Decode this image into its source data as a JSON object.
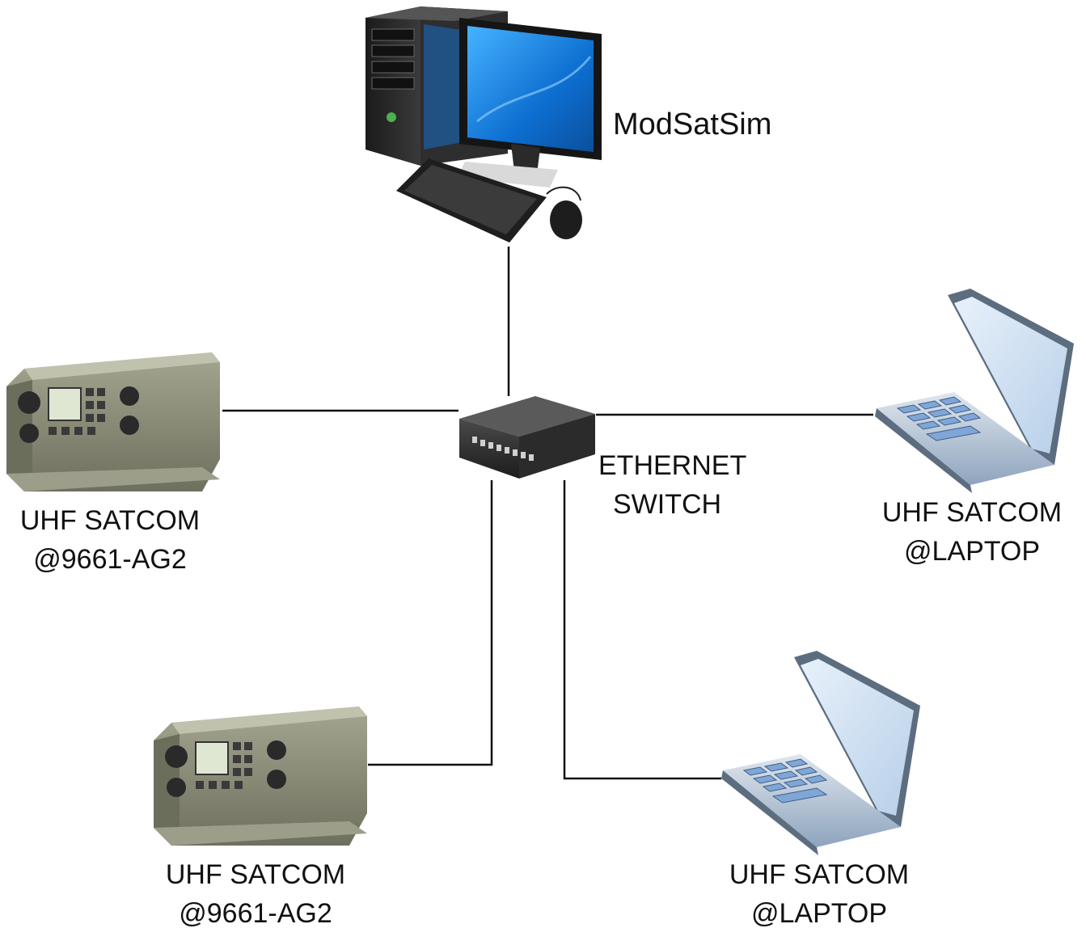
{
  "nodes": {
    "pc": {
      "label": "ModSatSim"
    },
    "switch": {
      "line1": "ETHERNET",
      "line2": "SWITCH"
    },
    "radio_left": {
      "line1": "UHF SATCOM",
      "line2": "@9661-AG2"
    },
    "radio_bottom": {
      "line1": "UHF SATCOM",
      "line2": "@9661-AG2"
    },
    "laptop_right": {
      "line1": "UHF SATCOM",
      "line2": "@LAPTOP"
    },
    "laptop_bottom": {
      "line1": "UHF SATCOM",
      "line2": "@LAPTOP"
    }
  },
  "colors": {
    "link": "#111111",
    "radio_body": "#8a8c78",
    "laptop_screen": "#cfe0f2",
    "laptop_keys": "#7fa6d6",
    "monitor_screen": "#1f7fd6"
  }
}
